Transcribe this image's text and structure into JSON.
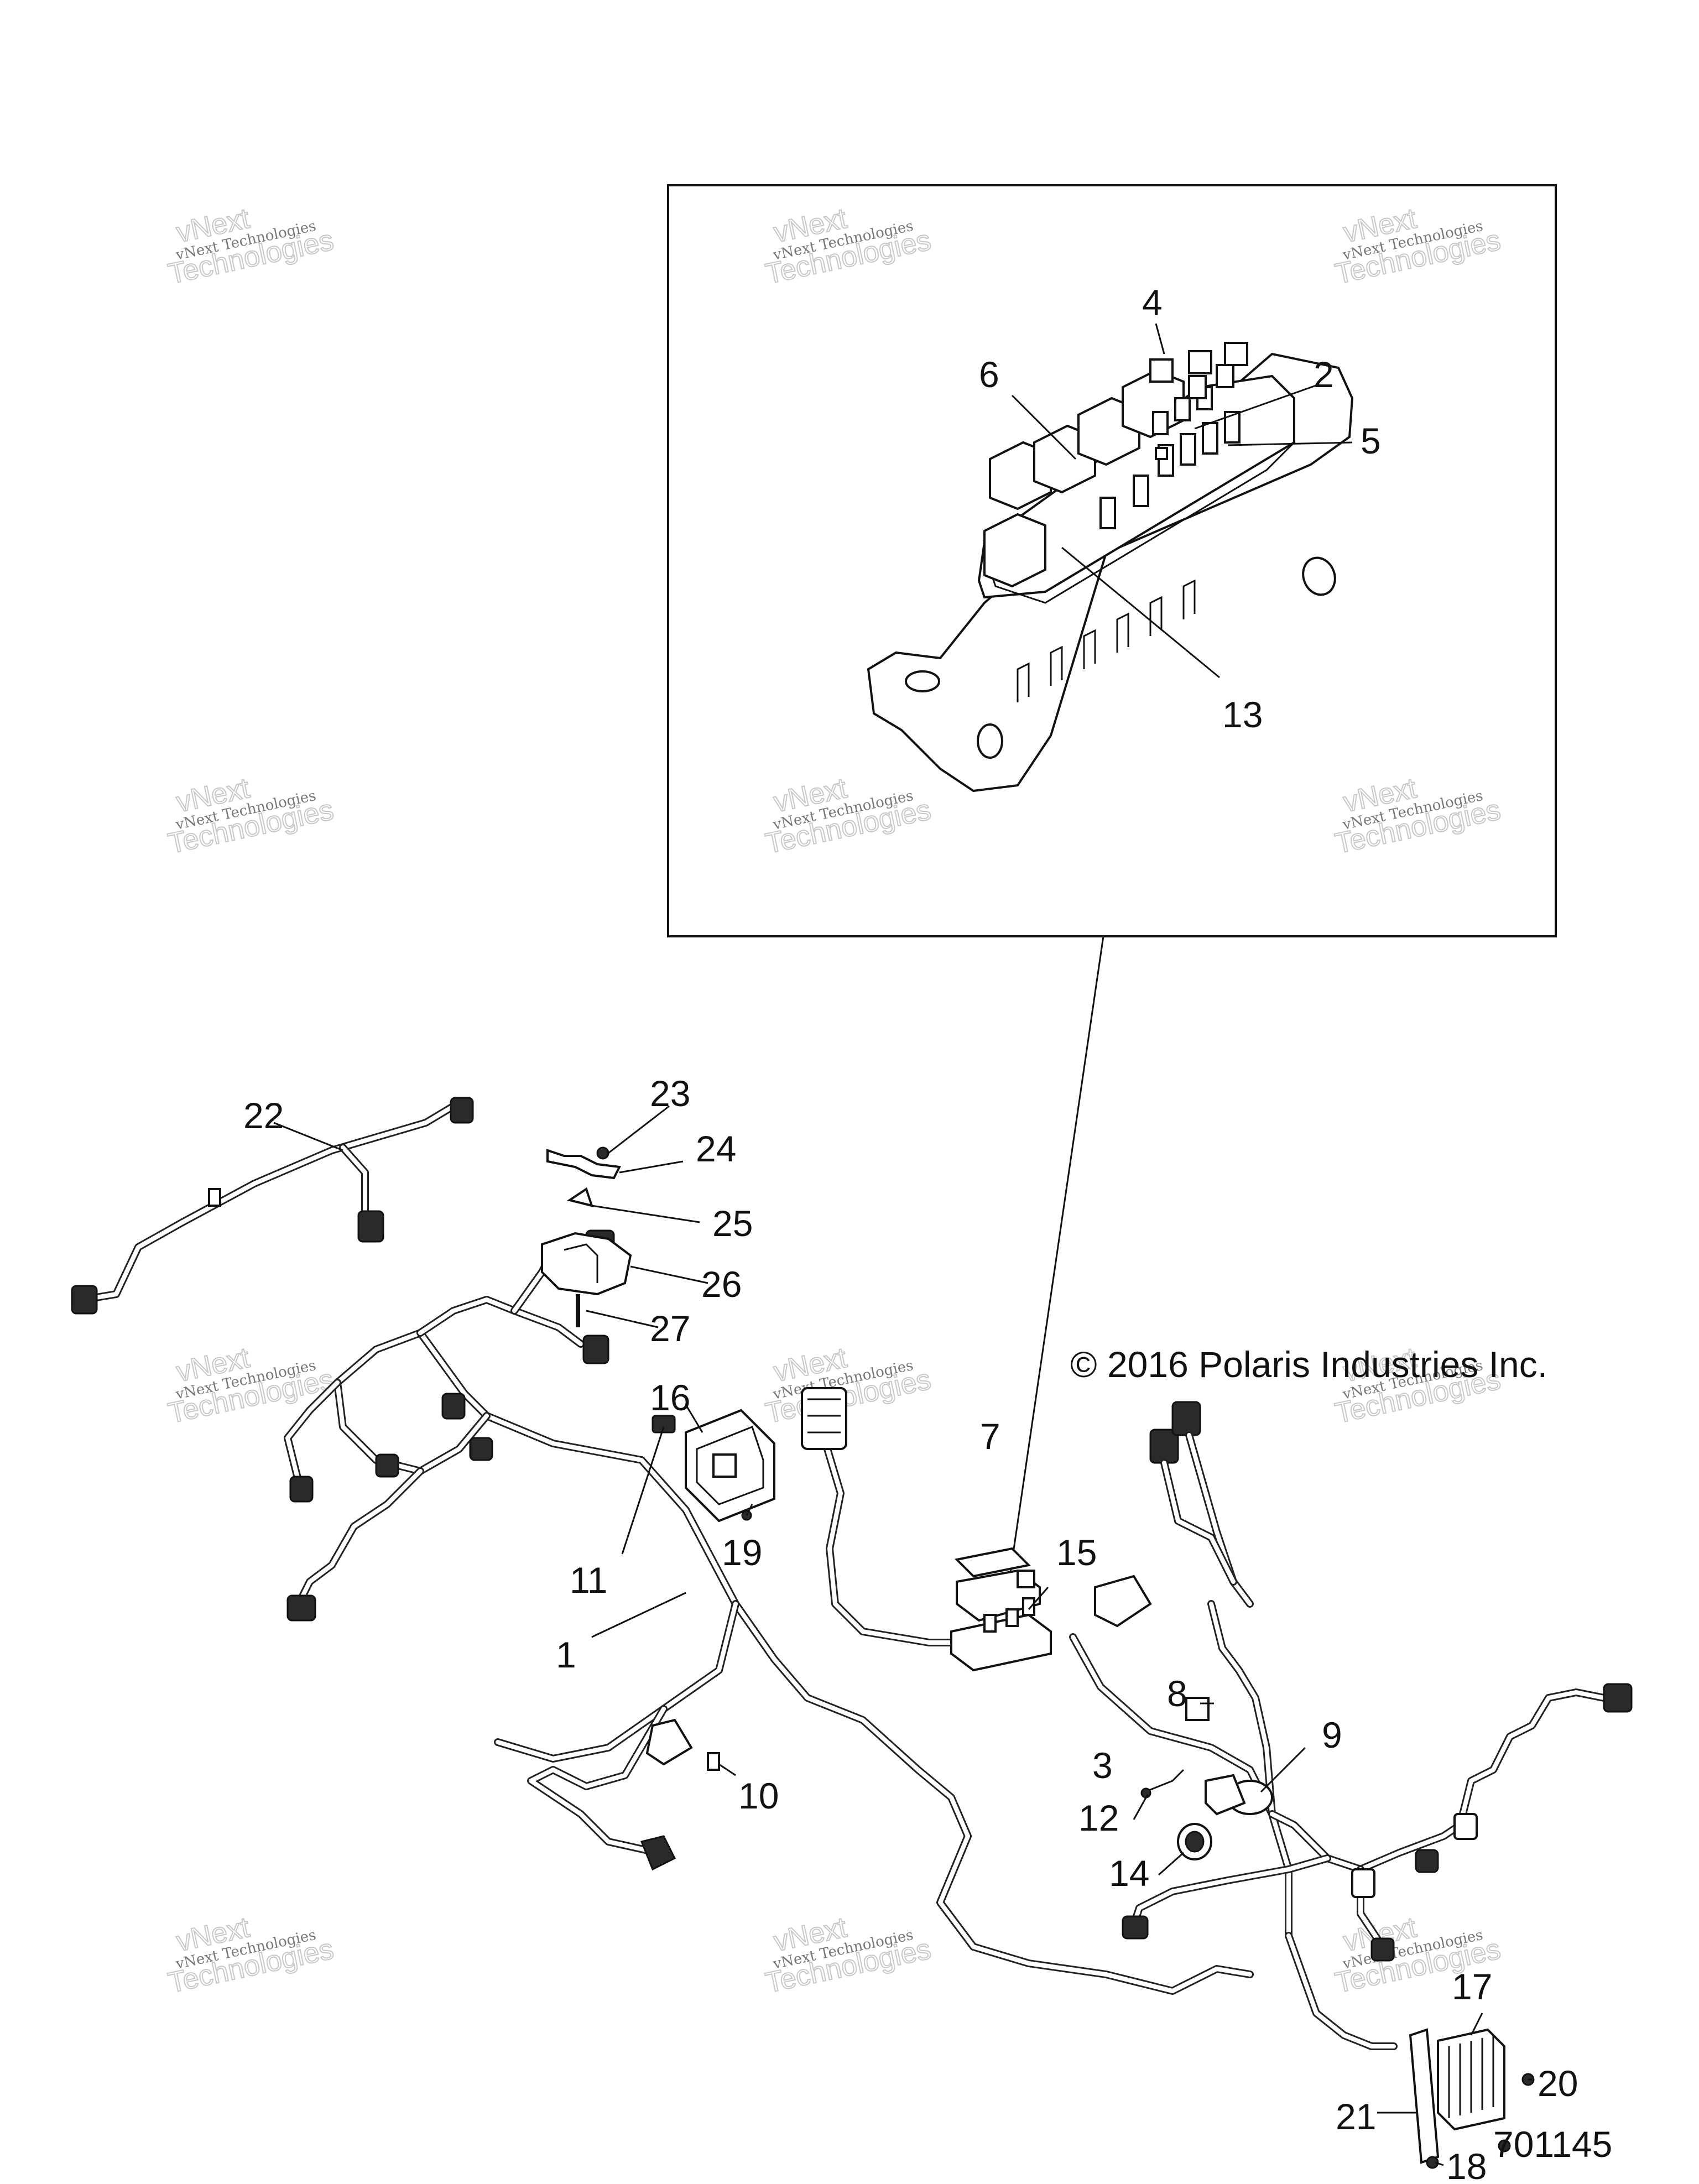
{
  "copyright": "© 2016 Polaris Industries Inc.",
  "part_number": "701145",
  "watermark": {
    "line1": "vNext Technologies",
    "line2": "vNext",
    "line3": "Technologies"
  },
  "callouts": {
    "c1": "1",
    "c2": "2",
    "c3": "3",
    "c4": "4",
    "c5": "5",
    "c6": "6",
    "c7": "7",
    "c8": "8",
    "c9": "9",
    "c10": "10",
    "c11": "11",
    "c12": "12",
    "c13": "13",
    "c14": "14",
    "c15": "15",
    "c16": "16",
    "c17": "17",
    "c18": "18",
    "c19": "19",
    "c20": "20",
    "c21": "21",
    "c22": "22",
    "c23": "23",
    "c24": "24",
    "c25": "25",
    "c26": "26",
    "c27": "27"
  }
}
